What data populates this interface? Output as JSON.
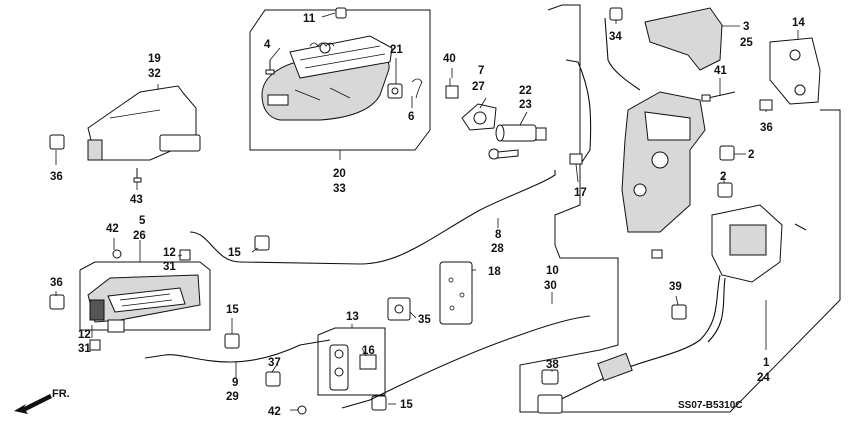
{
  "diagram_code": "SS07-B5310C",
  "direction_label": "FR.",
  "callouts": {
    "c1": "1",
    "c2a": "2",
    "c2b": "2",
    "c3": "3",
    "c4": "4",
    "c5": "5",
    "c6": "6",
    "c7": "7",
    "c8": "8",
    "c9": "9",
    "c10": "10",
    "c11": "11",
    "c12a": "12",
    "c12b": "12",
    "c13": "13",
    "c14": "14",
    "c15a": "15",
    "c15b": "15",
    "c15c": "15",
    "c16": "16",
    "c17": "17",
    "c18": "18",
    "c19": "19",
    "c20": "20",
    "c21": "21",
    "c22": "22",
    "c23": "23",
    "c24": "24",
    "c25": "25",
    "c26": "26",
    "c27": "27",
    "c28": "28",
    "c29": "29",
    "c30": "30",
    "c31a": "31",
    "c31b": "31",
    "c32": "32",
    "c33": "33",
    "c34": "34",
    "c35": "35",
    "c36a": "36",
    "c36b": "36",
    "c36c": "36",
    "c37": "37",
    "c38": "38",
    "c39": "39",
    "c40": "40",
    "c41": "41",
    "c42a": "42",
    "c42b": "42",
    "c43": "43"
  },
  "colors": {
    "ink": "#111111",
    "paper": "#ffffff",
    "shade": "#d8d8d8"
  }
}
